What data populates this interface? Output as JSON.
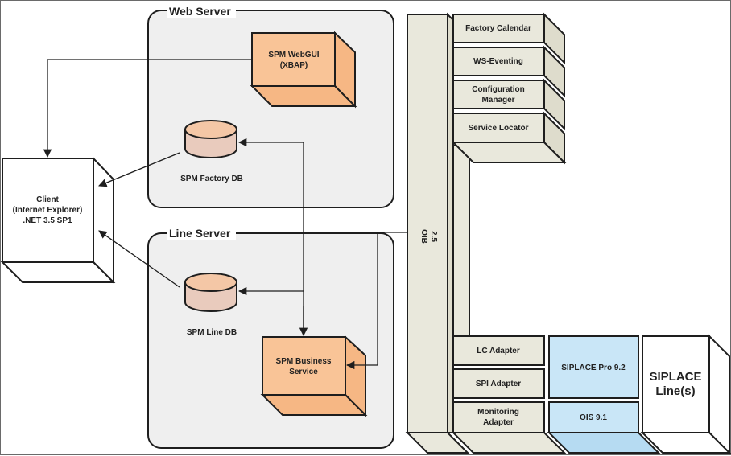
{
  "diagram": {
    "colors": {
      "container_fill": "#efefef",
      "component_orange": "#f9c497",
      "component_orange_side": "#f6b784",
      "db_fill": "#e9cbbd",
      "db_top": "#f4c7a6",
      "bus_fill": "#e9e8dc",
      "bus_side": "#dedccc",
      "blue_fill": "#c9e6f7",
      "blue_side": "#b6dbf2",
      "white_fill": "#ffffff",
      "line": "#1e1e1e"
    },
    "containers": {
      "web_server": "Web Server",
      "line_server": "Line Server"
    },
    "client": {
      "line1": "Client",
      "line2": "(Internet Explorer)",
      "line3": ".NET 3.5 SP1"
    },
    "web_gui": {
      "line1": "SPM WebGUI",
      "line2": "(XBAP)"
    },
    "factory_db": "SPM Factory DB",
    "line_db": "SPM Line DB",
    "business_service": {
      "line1": "SPM Business",
      "line2": "Service"
    },
    "oib": {
      "line1": "OIB",
      "line2": "2.5"
    },
    "top_modules": [
      {
        "lines": [
          "Factory Calendar"
        ]
      },
      {
        "lines": [
          "WS-Eventing"
        ]
      },
      {
        "lines": [
          "Configuration",
          "Manager"
        ]
      },
      {
        "lines": [
          "Service Locator"
        ]
      }
    ],
    "adapters": [
      {
        "lines": [
          "LC Adapter"
        ]
      },
      {
        "lines": [
          "SPI Adapter"
        ]
      },
      {
        "lines": [
          "Monitoring",
          "Adapter"
        ]
      }
    ],
    "siplace_pro": "SIPLACE Pro 9.2",
    "ois": "OIS 9.1",
    "siplace_line": {
      "line1": "SIPLACE",
      "line2": "Line(s)"
    }
  }
}
